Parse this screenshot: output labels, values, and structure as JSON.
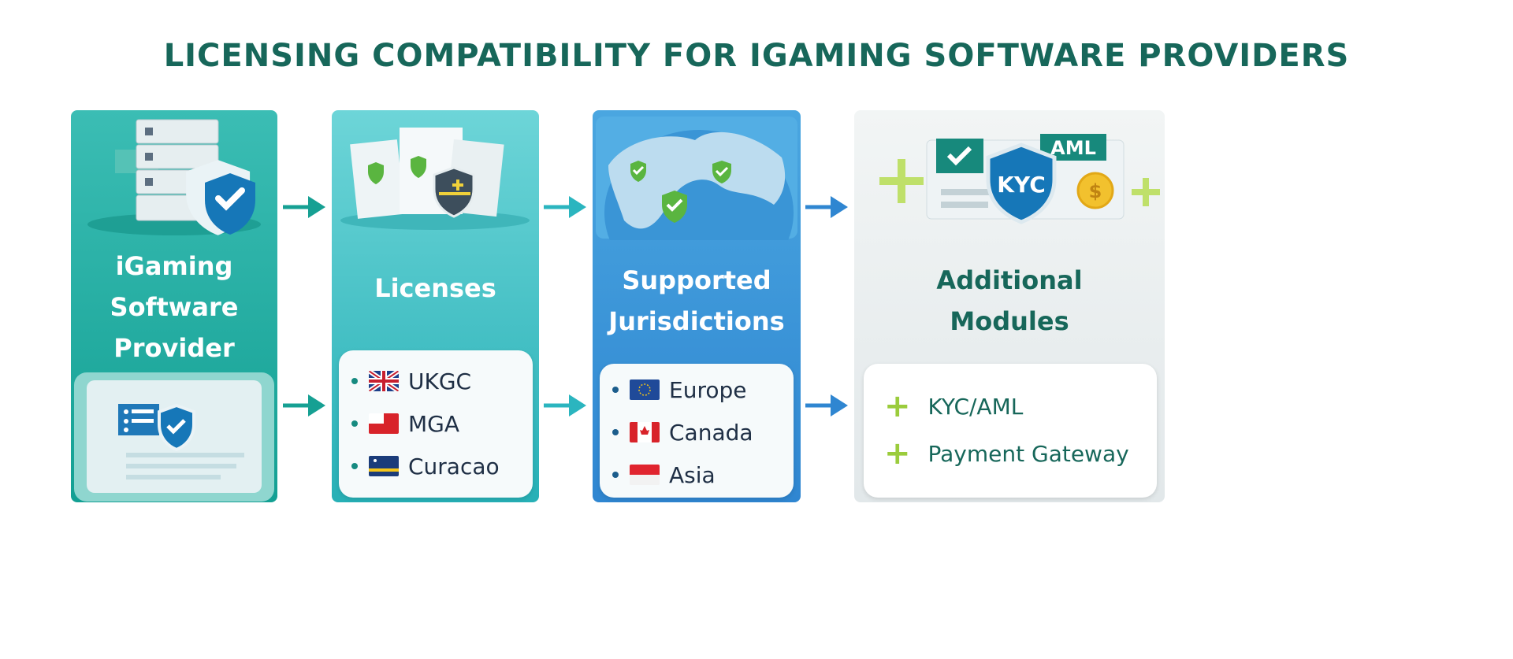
{
  "title": "LICENSING COMPATIBILITY FOR IGAMING SOFTWARE PROVIDERS",
  "cards": [
    {
      "title_lines": [
        "iGaming",
        "Software",
        "Provider"
      ]
    },
    {
      "title_lines": [
        "Licenses"
      ],
      "items": [
        {
          "label": "UKGC",
          "flag": "uk-flag"
        },
        {
          "label": "MGA",
          "flag": "malta-flag"
        },
        {
          "label": "Curacao",
          "flag": "curacao-flag"
        }
      ]
    },
    {
      "title_lines": [
        "Supported",
        "Jurisdictions"
      ],
      "items": [
        {
          "label": "Europe",
          "flag": "eu-flag"
        },
        {
          "label": "Canada",
          "flag": "canada-flag"
        },
        {
          "label": "Asia",
          "flag": "indonesia-flag"
        }
      ]
    },
    {
      "title_lines": [
        "Additional",
        "Modules"
      ],
      "art_labels": {
        "aml": "AML",
        "kyc": "KYC",
        "currency": "$"
      },
      "items": [
        {
          "label": "KYC/AML"
        },
        {
          "label": "Payment Gateway"
        }
      ]
    }
  ],
  "colors": {
    "title": "#17675a",
    "teal": "#13a093",
    "blue": "#2f86d1",
    "green_plus": "#9bcc3c"
  }
}
